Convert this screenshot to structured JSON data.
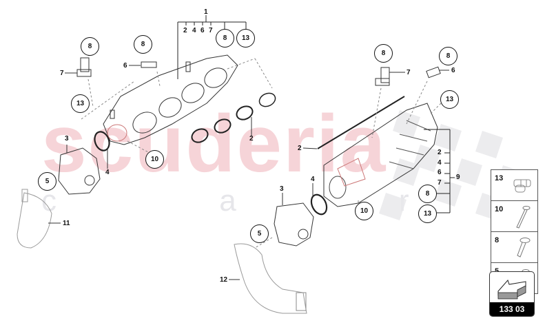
{
  "watermark": {
    "brand": "scuderia",
    "tagline": "c a r   p a r t s",
    "brand_color": "#f6d4d8",
    "tagline_color": "#e6e6ea"
  },
  "callouts": {
    "top_group": {
      "parent": "1",
      "children": [
        "2",
        "4",
        "6",
        "7"
      ],
      "circled": [
        "8",
        "13"
      ]
    },
    "right_group": {
      "parent": "9",
      "children": [
        "2",
        "4",
        "6",
        "7"
      ],
      "circled": [
        "8",
        "13"
      ]
    },
    "left_assembly": {
      "sensor_7": "7",
      "sensor_7_bolt": "8",
      "sensor_6": "6",
      "sensor_6_bolt": "8",
      "clip": "13",
      "throttle_body": "3",
      "throttle_bolt": "5",
      "gasket_ring": "4",
      "manifold_bolt": "10",
      "intake_pipe": "11",
      "gasket_set": "2"
    },
    "right_assembly": {
      "sensor_7": "7",
      "sensor_7_bolt": "8",
      "sensor_6": "6",
      "sensor_6_bolt": "8",
      "clip": "13",
      "gasket_strip": "2",
      "gasket_ring": "4",
      "throttle_body": "3",
      "throttle_bolt": "5",
      "manifold_bolt": "10",
      "intake_pipe": "12"
    }
  },
  "legend": {
    "items": [
      {
        "number": "13",
        "icon": "clip-icon"
      },
      {
        "number": "10",
        "icon": "long-bolt-icon"
      },
      {
        "number": "8",
        "icon": "flange-screw-icon"
      },
      {
        "number": "5",
        "icon": "bolt-icon"
      }
    ]
  },
  "page_badge": {
    "code": "133 03",
    "icon": "arrow-direction-icon"
  }
}
